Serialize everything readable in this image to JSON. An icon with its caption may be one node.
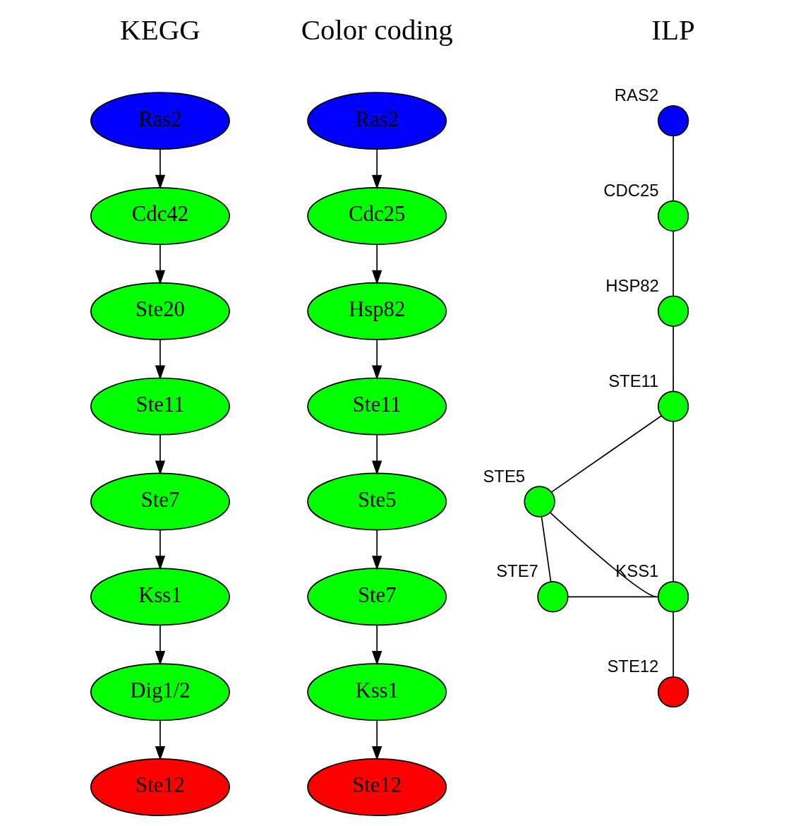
{
  "diagram": {
    "nodes": [
      {
        "text": [
          "Ras2"
        ]
      },
      {
        "text": [
          "Cdc42"
        ]
      },
      {
        "text": [
          "Ste20"
        ]
      },
      {
        "text": [
          "Ste11"
        ]
      },
      {
        "text": [
          "Ste7"
        ]
      },
      {
        "text": [
          "Kss1"
        ]
      },
      {
        "text": [
          "Dig1/2"
        ]
      },
      {
        "text": [
          "Ste12"
        ]
      },
      {
        "text": [
          "Ras2"
        ]
      },
      {
        "text": [
          "Cdc25"
        ]
      },
      {
        "text": [
          "Hsp82"
        ]
      },
      {
        "text": [
          "Ste11"
        ]
      },
      {
        "text": [
          "Ste5"
        ]
      },
      {
        "text": [
          "Ste7"
        ]
      },
      {
        "text": [
          "Kss1"
        ]
      },
      {
        "text": [
          "Ste12"
        ]
      },
      {
        "text": [],
        "shape": "circle",
        "beside": [
          "RAS2"
        ]
      },
      {
        "text": [],
        "shape": "circle",
        "beside": [
          "CDC25"
        ]
      },
      {
        "text": [],
        "shape": "circle",
        "beside": [
          "HSP82"
        ]
      },
      {
        "text": [],
        "shape": "circle",
        "beside": [
          "STE11"
        ]
      },
      {
        "text": [],
        "shape": "circle",
        "beside": [
          "STE5"
        ]
      },
      {
        "text": [],
        "shape": "circle",
        "beside": [
          "STE7"
        ]
      },
      {
        "text": [],
        "shape": "circle",
        "beside": [
          "KSS1"
        ]
      },
      {
        "text": [],
        "shape": "circle",
        "beside": [
          "STE12"
        ]
      }
    ],
    "edges": [
      {
        "from": 0,
        "to": 1,
        "arrow": "to"
      },
      {
        "from": 1,
        "to": 2,
        "arrow": "to"
      },
      {
        "from": 2,
        "to": 3,
        "arrow": "to"
      },
      {
        "from": 3,
        "to": 4,
        "arrow": "to"
      },
      {
        "from": 4,
        "to": 5,
        "arrow": "to"
      },
      {
        "from": 5,
        "to": 6,
        "arrow": "to"
      },
      {
        "from": 6,
        "to": 7,
        "arrow": "to"
      },
      {
        "from": 8,
        "to": 9,
        "arrow": "to"
      },
      {
        "from": 9,
        "to": 10,
        "arrow": "to"
      },
      {
        "from": 10,
        "to": 11,
        "arrow": "to"
      },
      {
        "from": 11,
        "to": 12,
        "arrow": "to"
      },
      {
        "from": 12,
        "to": 13,
        "arrow": "to"
      },
      {
        "from": 13,
        "to": 14,
        "arrow": "to"
      },
      {
        "from": 14,
        "to": 15,
        "arrow": "to"
      },
      {
        "from": 16,
        "to": 17,
        "arrow": "none"
      },
      {
        "from": 17,
        "to": 18,
        "arrow": "none"
      },
      {
        "from": 18,
        "to": 19,
        "arrow": "none"
      },
      {
        "from": 19,
        "to": 20,
        "arrow": "none"
      },
      {
        "from": 19,
        "to": 22,
        "arrow": "none"
      },
      {
        "from": 20,
        "to": 21,
        "arrow": "none"
      },
      {
        "from": 20,
        "to": 22,
        "arrow": "none"
      },
      {
        "from": 21,
        "to": 22,
        "arrow": "none"
      },
      {
        "from": 22,
        "to": 23,
        "arrow": "none"
      }
    ],
    "labels": [
      "KEGG",
      "Color coding",
      "ILP"
    ]
  }
}
